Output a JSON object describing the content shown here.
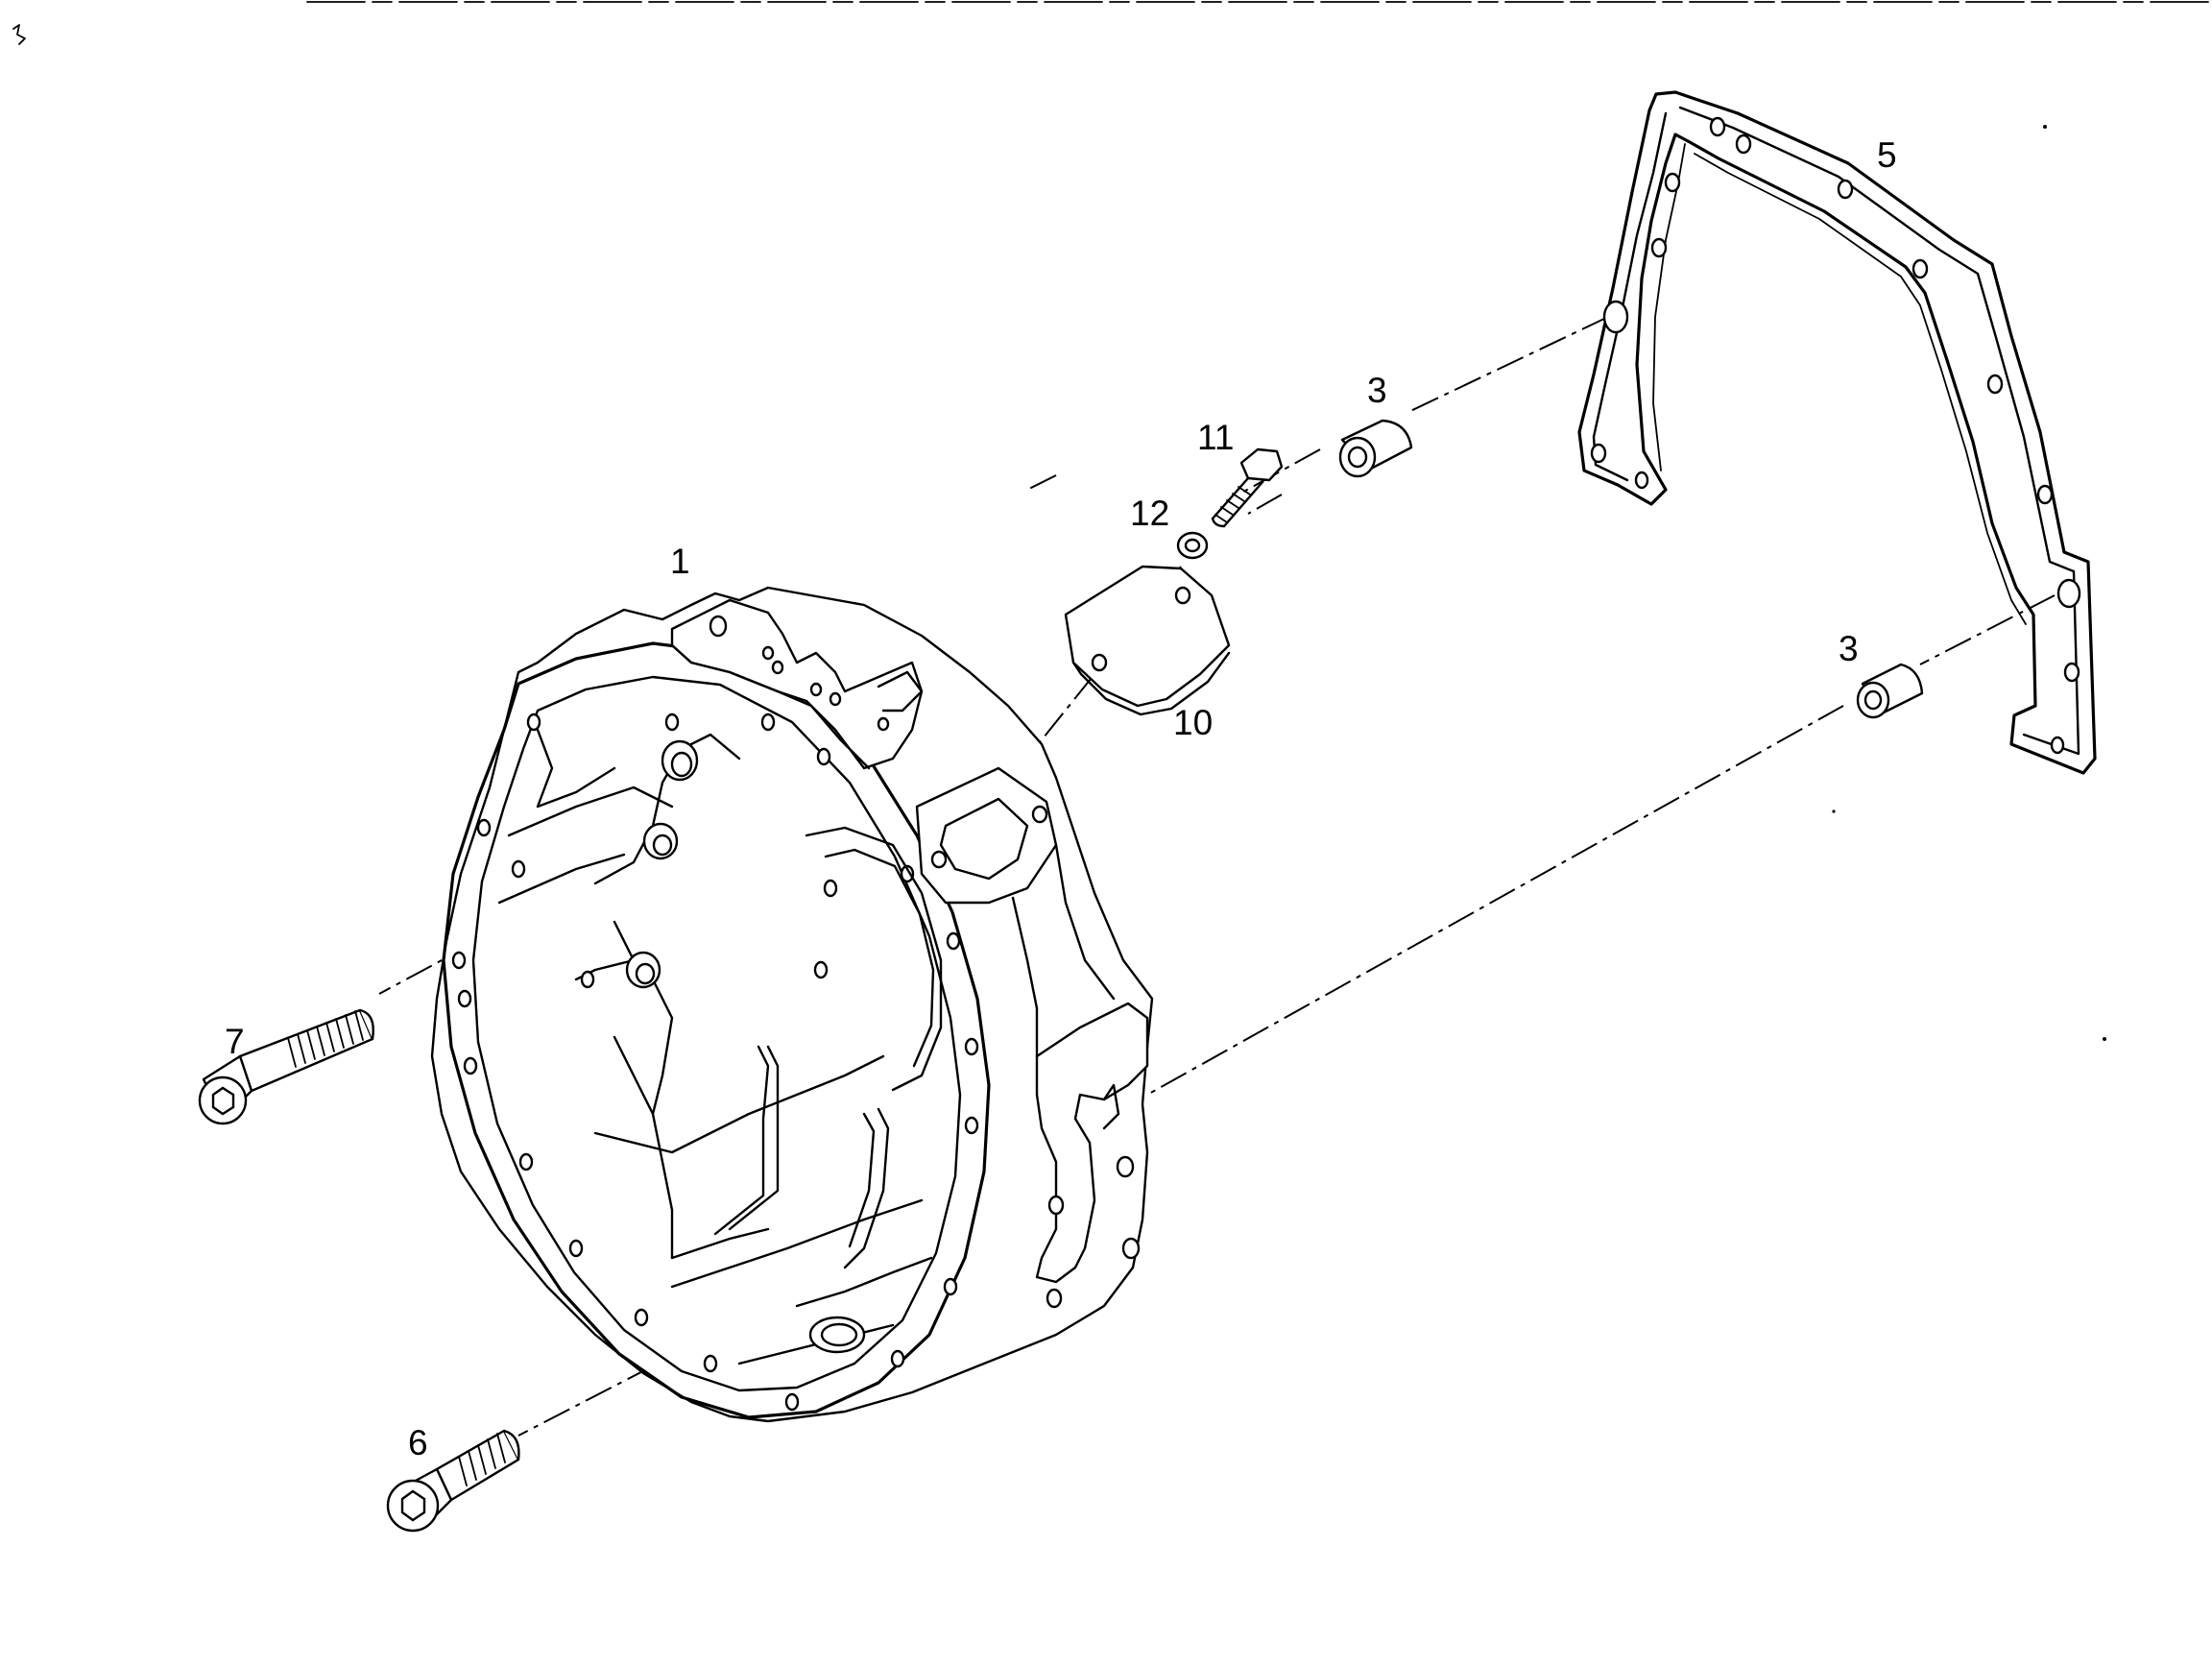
{
  "diagram": {
    "parts": [
      {
        "id": "housing",
        "label": "1"
      },
      {
        "id": "dowel-upper",
        "label": "3"
      },
      {
        "id": "dowel-lower",
        "label": "3"
      },
      {
        "id": "gasket",
        "label": "5"
      },
      {
        "id": "bolt-short",
        "label": "6"
      },
      {
        "id": "bolt-long",
        "label": "7"
      },
      {
        "id": "cover-plate",
        "label": "10"
      },
      {
        "id": "cover-screw",
        "label": "11"
      },
      {
        "id": "washer",
        "label": "12"
      }
    ]
  }
}
